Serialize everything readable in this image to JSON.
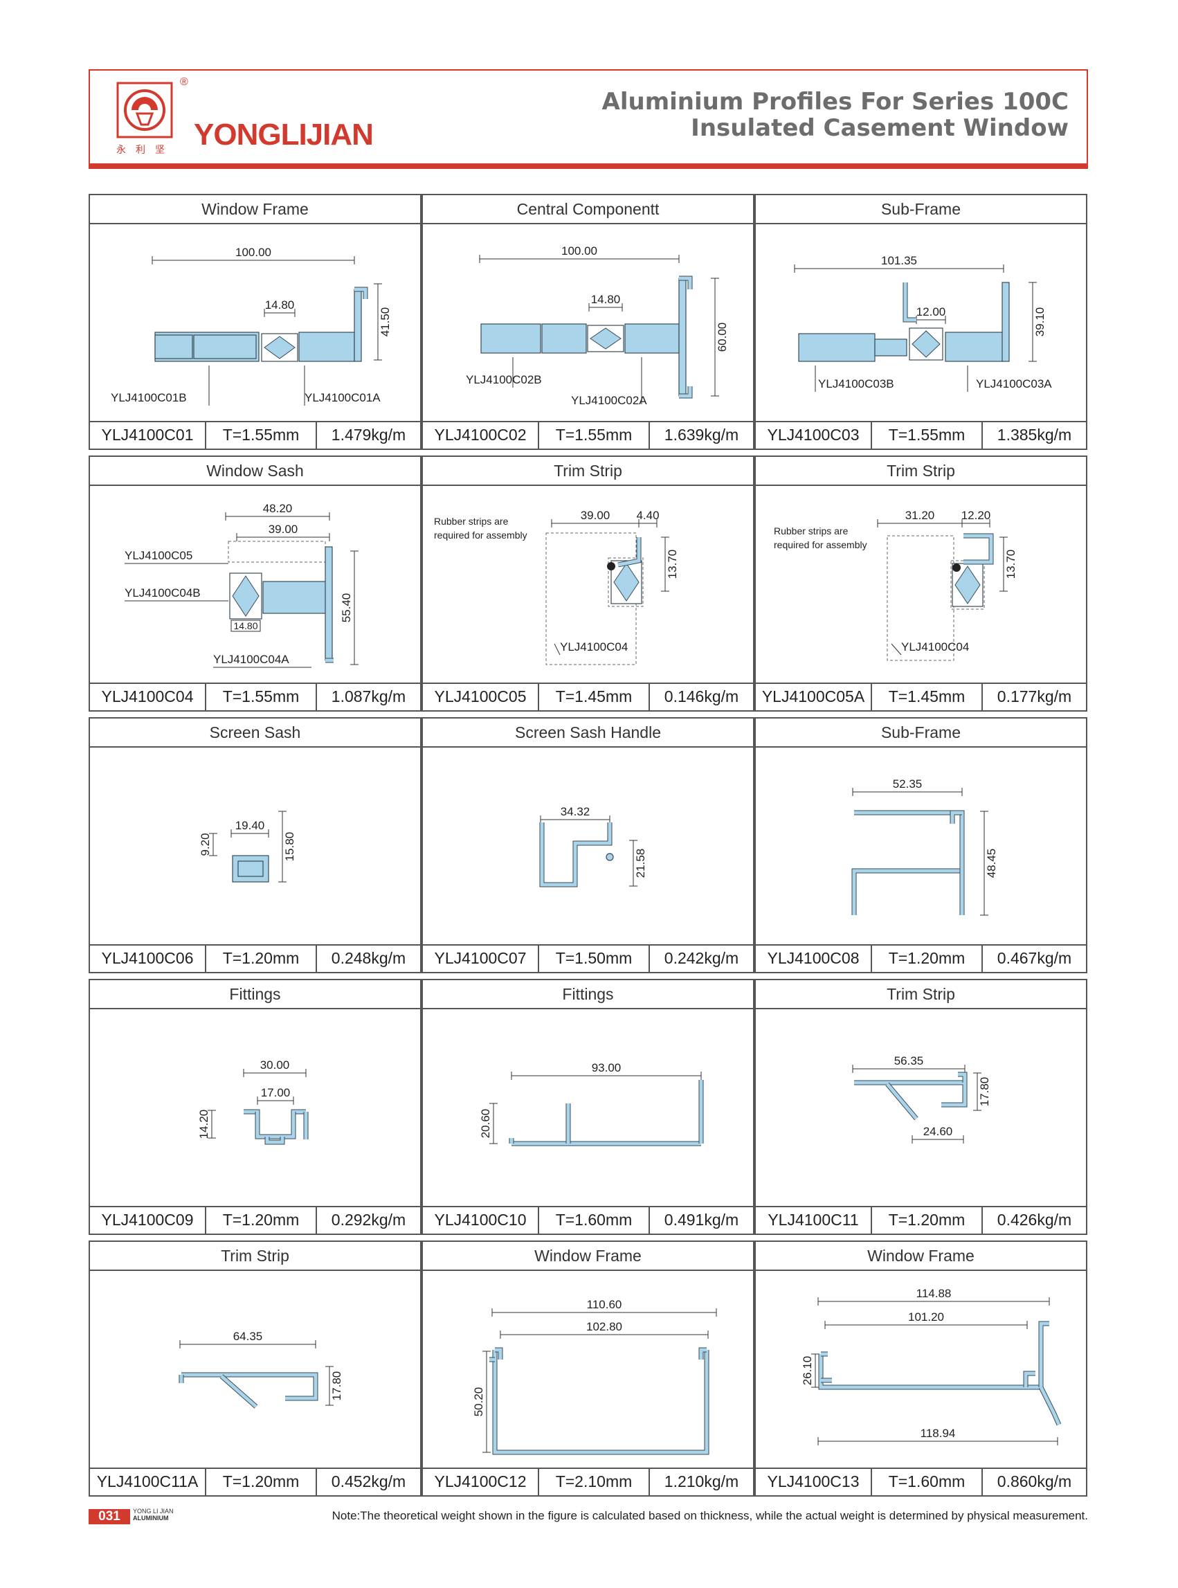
{
  "header": {
    "brand": "YONGLIJIAN",
    "brand_cn": "永利坚",
    "reg_mark": "®",
    "title_line1": "Aluminium Profiles For Series 100C",
    "title_line2": "Insulated Casement Window"
  },
  "colors": {
    "accent": "#d33a2e",
    "profile": "#a9d4ea",
    "profile_stroke": "#3a4a55"
  },
  "rows": [
    [
      {
        "title": "Window Frame",
        "code": "YLJ4100C01",
        "thickness": "T=1.55mm",
        "weight": "1.479kg/m",
        "dims": [
          "100.00",
          "14.80",
          "41.50"
        ],
        "parts": [
          "YLJ4100C01B",
          "YLJ4100C01A"
        ]
      },
      {
        "title": "Central Componentt",
        "code": "YLJ4100C02",
        "thickness": "T=1.55mm",
        "weight": "1.639kg/m",
        "dims": [
          "100.00",
          "14.80",
          "60.00"
        ],
        "parts": [
          "YLJ4100C02B",
          "YLJ4100C02A"
        ]
      },
      {
        "title": "Sub-Frame",
        "code": "YLJ4100C03",
        "thickness": "T=1.55mm",
        "weight": "1.385kg/m",
        "dims": [
          "101.35",
          "12.00",
          "39.10"
        ],
        "parts": [
          "YLJ4100C03B",
          "YLJ4100C03A"
        ]
      }
    ],
    [
      {
        "title": "Window Sash",
        "code": "YLJ4100C04",
        "thickness": "T=1.55mm",
        "weight": "1.087kg/m",
        "dims": [
          "48.20",
          "39.00",
          "14.80",
          "55.40"
        ],
        "parts": [
          "YLJ4100C05",
          "YLJ4100C04B",
          "YLJ4100C04A"
        ]
      },
      {
        "title": "Trim Strip",
        "code": "YLJ4100C05",
        "thickness": "T=1.45mm",
        "weight": "0.146kg/m",
        "dims": [
          "39.00",
          "4.40",
          "13.70"
        ],
        "parts": [
          "YLJ4100C04"
        ],
        "note": [
          "Rubber strips are",
          "required for assembly"
        ]
      },
      {
        "title": "Trim Strip",
        "code": "YLJ4100C05A",
        "thickness": "T=1.45mm",
        "weight": "0.177kg/m",
        "dims": [
          "31.20",
          "12.20",
          "13.70"
        ],
        "parts": [
          "YLJ4100C04"
        ],
        "note": [
          "Rubber strips are",
          "required for assembly"
        ]
      }
    ],
    [
      {
        "title": "Screen Sash",
        "code": "YLJ4100C06",
        "thickness": "T=1.20mm",
        "weight": "0.248kg/m",
        "dims": [
          "9.20",
          "19.40",
          "15.80"
        ]
      },
      {
        "title": "Screen Sash Handle",
        "code": "YLJ4100C07",
        "thickness": "T=1.50mm",
        "weight": "0.242kg/m",
        "dims": [
          "34.32",
          "21.58"
        ]
      },
      {
        "title": "Sub-Frame",
        "code": "YLJ4100C08",
        "thickness": "T=1.20mm",
        "weight": "0.467kg/m",
        "dims": [
          "52.35",
          "48.45"
        ]
      }
    ],
    [
      {
        "title": "Fittings",
        "code": "YLJ4100C09",
        "thickness": "T=1.20mm",
        "weight": "0.292kg/m",
        "dims": [
          "30.00",
          "17.00",
          "14.20"
        ]
      },
      {
        "title": "Fittings",
        "code": "YLJ4100C10",
        "thickness": "T=1.60mm",
        "weight": "0.491kg/m",
        "dims": [
          "93.00",
          "20.60"
        ]
      },
      {
        "title": "Trim Strip",
        "code": "YLJ4100C11",
        "thickness": "T=1.20mm",
        "weight": "0.426kg/m",
        "dims": [
          "56.35",
          "17.80",
          "24.60"
        ]
      }
    ],
    [
      {
        "title": "Trim Strip",
        "code": "YLJ4100C11A",
        "thickness": "T=1.20mm",
        "weight": "0.452kg/m",
        "dims": [
          "64.35",
          "17.80"
        ]
      },
      {
        "title": "Window Frame",
        "code": "YLJ4100C12",
        "thickness": "T=2.10mm",
        "weight": "1.210kg/m",
        "dims": [
          "110.60",
          "102.80",
          "50.20"
        ]
      },
      {
        "title": "Window Frame",
        "code": "YLJ4100C13",
        "thickness": "T=1.60mm",
        "weight": "0.860kg/m",
        "dims": [
          "114.88",
          "101.20",
          "26.10",
          "118.94"
        ]
      }
    ]
  ],
  "footer": {
    "page": "031",
    "brand_small_1": "YONG LI JIAN",
    "brand_small_2": "ALUMINIUM",
    "note": "Note:The theoretical weight shown in the figure is calculated based on thickness, while the actual weight is determined by physical measurement."
  }
}
